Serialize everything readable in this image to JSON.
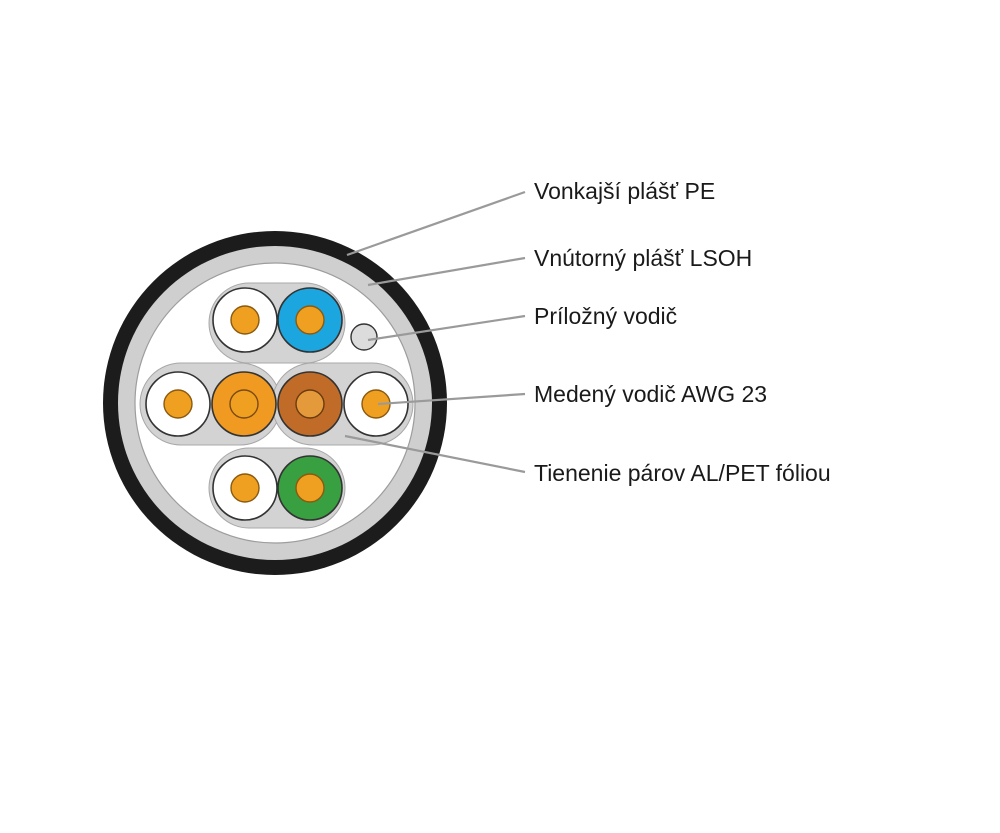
{
  "labels": {
    "outer_jacket": "Vonkajší plášť PE",
    "inner_jacket": "Vnútorný plášť LSOH",
    "drain_wire": "Príložný vodič",
    "copper_conductor": "Medený vodič AWG 23",
    "pair_shield": "Tienenie párov AL/PET fóliou"
  },
  "colors": {
    "outer_jacket": "#1c1c1c",
    "inner_jacket": "#cfcfcf",
    "pair_foil": "#d3d3d3",
    "copper": "#f0a020",
    "pair_blue": "#1ba6e0",
    "pair_orange": "#f19a22",
    "pair_brown": "#c06c28",
    "pair_green": "#38a040",
    "leader": "#9a9a9a"
  }
}
